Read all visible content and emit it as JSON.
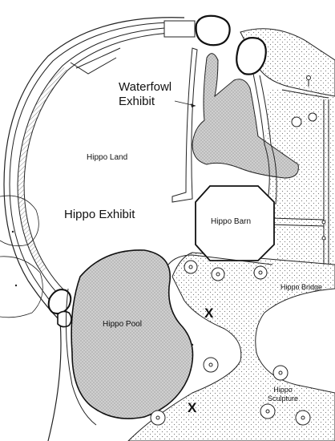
{
  "labels": {
    "waterfowl_line1": "Waterfowl",
    "waterfowl_line2": "Exhibit",
    "hippo_land": "Hippo Land",
    "hippo_exhibit": "Hippo Exhibit",
    "hippo_barn": "Hippo Barn",
    "hippo_pool": "Hippo Pool",
    "hippo_bridge": "Hippo Bridge",
    "hippo_sculpture_line1": "Hippo",
    "hippo_sculpture_line2": "Sculpture",
    "marker_x1": "X",
    "marker_x2": "X"
  },
  "colors": {
    "line": "#222222",
    "water_fill": "#cfcfcf",
    "stipple": "#888888"
  }
}
